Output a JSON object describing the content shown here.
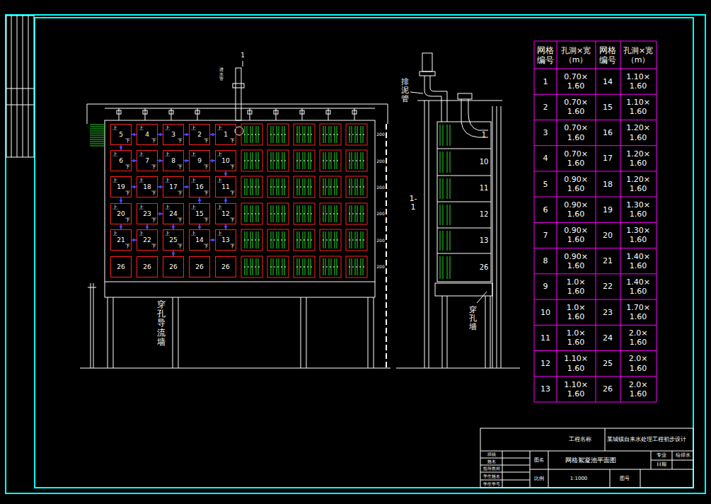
{
  "diagram": {
    "nodes": [
      {
        "text": [
          "5"
        ]
      },
      {
        "text": [
          "4"
        ]
      },
      {
        "text": [
          "3"
        ]
      },
      {
        "text": [
          "2"
        ]
      },
      {
        "text": [
          "1"
        ]
      },
      {
        "text": [
          "6"
        ]
      },
      {
        "text": [
          "7"
        ]
      },
      {
        "text": [
          "8"
        ]
      },
      {
        "text": [
          "9"
        ]
      },
      {
        "text": [
          "10"
        ]
      },
      {
        "text": [
          "19"
        ]
      },
      {
        "text": [
          "18"
        ]
      },
      {
        "text": [
          "17"
        ]
      },
      {
        "text": [
          "16"
        ]
      },
      {
        "text": [
          "11"
        ]
      },
      {
        "text": [
          "20"
        ]
      },
      {
        "text": [
          "23"
        ]
      },
      {
        "text": [
          "24"
        ]
      },
      {
        "text": [
          "15"
        ]
      },
      {
        "text": [
          "12"
        ]
      },
      {
        "text": [
          "21"
        ]
      },
      {
        "text": [
          "22"
        ]
      },
      {
        "text": [
          "25"
        ]
      },
      {
        "text": [
          "14"
        ]
      },
      {
        "text": [
          "13"
        ]
      },
      {
        "text": [
          "26"
        ]
      },
      {
        "text": [
          "26"
        ]
      },
      {
        "text": [
          "26"
        ]
      },
      {
        "text": [
          "26"
        ]
      },
      {
        "text": [
          "26"
        ]
      }
    ],
    "edges": [
      {
        "from": 4,
        "to": 3,
        "arrow": "to"
      },
      {
        "from": 3,
        "to": 2,
        "arrow": "to"
      },
      {
        "from": 2,
        "to": 1,
        "arrow": "to"
      },
      {
        "from": 1,
        "to": 0,
        "arrow": "to"
      },
      {
        "from": 0,
        "to": 5,
        "arrow": "to"
      },
      {
        "from": 5,
        "to": 6,
        "arrow": "to"
      },
      {
        "from": 6,
        "to": 7,
        "arrow": "to"
      },
      {
        "from": 7,
        "to": 8,
        "arrow": "to"
      },
      {
        "from": 8,
        "to": 9,
        "arrow": "to"
      },
      {
        "from": 9,
        "to": 14,
        "arrow": "to"
      },
      {
        "from": 14,
        "to": 19,
        "arrow": "to"
      },
      {
        "from": 19,
        "to": 24,
        "arrow": "to"
      },
      {
        "from": 24,
        "to": 23,
        "arrow": "to"
      },
      {
        "from": 23,
        "to": 18,
        "arrow": "to"
      },
      {
        "from": 18,
        "to": 13,
        "arrow": "to"
      },
      {
        "from": 13,
        "to": 12,
        "arrow": "to"
      },
      {
        "from": 12,
        "to": 11,
        "arrow": "to"
      },
      {
        "from": 11,
        "to": 10,
        "arrow": "to"
      },
      {
        "from": 10,
        "to": 15,
        "arrow": "to"
      },
      {
        "from": 15,
        "to": 20,
        "arrow": "to"
      },
      {
        "from": 20,
        "to": 21,
        "arrow": "to"
      },
      {
        "from": 21,
        "to": 16,
        "arrow": "to"
      },
      {
        "from": 16,
        "to": 17,
        "arrow": "to"
      },
      {
        "from": 17,
        "to": 22,
        "arrow": "to"
      },
      {
        "from": 22,
        "to": 27,
        "arrow": "to"
      }
    ],
    "labels": [
      "1",
      "进水管",
      "穿孔导流墙",
      "排泥管",
      "1-1",
      "穿孔墙",
      "1",
      "10",
      "11",
      "12",
      "13",
      "26",
      "200",
      "200",
      "200",
      "200",
      "200",
      "200",
      "网格 编号",
      "孔洞×宽 （m）",
      "网格 编号",
      "孔洞×宽 （m）",
      "1",
      "0.70× 1.60",
      "14",
      "1.10× 1.60",
      "2",
      "0.70× 1.60",
      "15",
      "1.10× 1.60",
      "3",
      "0.70× 1.60",
      "16",
      "1.20× 1.60",
      "4",
      "0.70× 1.60",
      "17",
      "1.20× 1.60",
      "5",
      "0.90× 1.60",
      "18",
      "1.20× 1.60",
      "6",
      "0.90× 1.60",
      "19",
      "1.30× 1.60",
      "7",
      "0.90× 1.60",
      "20",
      "1.30× 1.60",
      "8",
      "0.90× 1.60",
      "21",
      "1.40× 1.60",
      "9",
      "1.0× 1.60",
      "22",
      "1.40× 1.60",
      "10",
      "1.0× 1.60",
      "23",
      "1.70× 1.60",
      "11",
      "1.0× 1.60",
      "24",
      "2.0× 1.60",
      "12",
      "1.10× 1.60",
      "25",
      "2.0× 1.60",
      "13",
      "1.10× 1.60",
      "26",
      "2.0× 1.60",
      "工程名称",
      "某城镇自来水处理工程初步设计",
      "网格絮凝池平面图",
      "专业",
      "给排水",
      "日期",
      "图名",
      "比例",
      "1:1000",
      "图号",
      "班级",
      "姓名",
      "指导教师",
      "学生姓名",
      "学生学号",
      "上",
      "下",
      "上",
      "下",
      "上",
      "下",
      "上",
      "下",
      "上",
      "下",
      "上",
      "下",
      "上",
      "下",
      "上",
      "下",
      "上",
      "下",
      "上",
      "下",
      "上",
      "下",
      "上",
      "下",
      "上",
      "下",
      "上",
      "下",
      "上",
      "下",
      "上",
      "下",
      "上",
      "下",
      "上",
      "下",
      "上",
      "下",
      "上",
      "下",
      "上",
      "下",
      "上",
      "下",
      "上",
      "下",
      "上",
      "下",
      "上",
      "下"
    ]
  }
}
